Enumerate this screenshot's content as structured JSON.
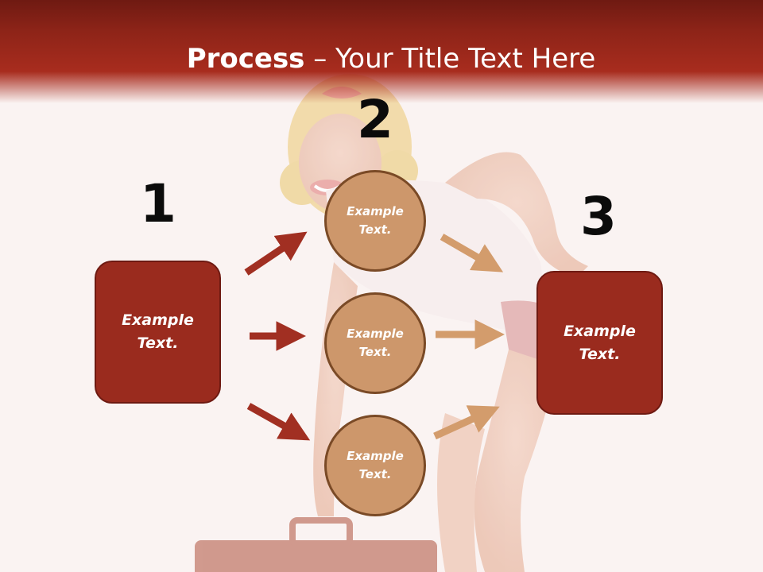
{
  "title": {
    "bold": "Process",
    "rest": " – Your Title Text Here"
  },
  "steps": [
    {
      "number": "1",
      "text": "Example\nText."
    },
    {
      "number": "2",
      "text": "Example\nText."
    },
    {
      "number": "3",
      "text": "Example\nText."
    }
  ],
  "middle_nodes": [
    {
      "text": "Example\nText."
    },
    {
      "text": "Example\nText."
    },
    {
      "text": "Example\nText."
    }
  ],
  "colors": {
    "title_bar": "#a82c1e",
    "box_fill": "#9a2b1e",
    "circle_fill": "#cd976b",
    "arrow_left": "#a12f22",
    "arrow_right": "#d39c6c"
  },
  "background_image": "pin-up woman bending over a vintage suitcase (faded)"
}
